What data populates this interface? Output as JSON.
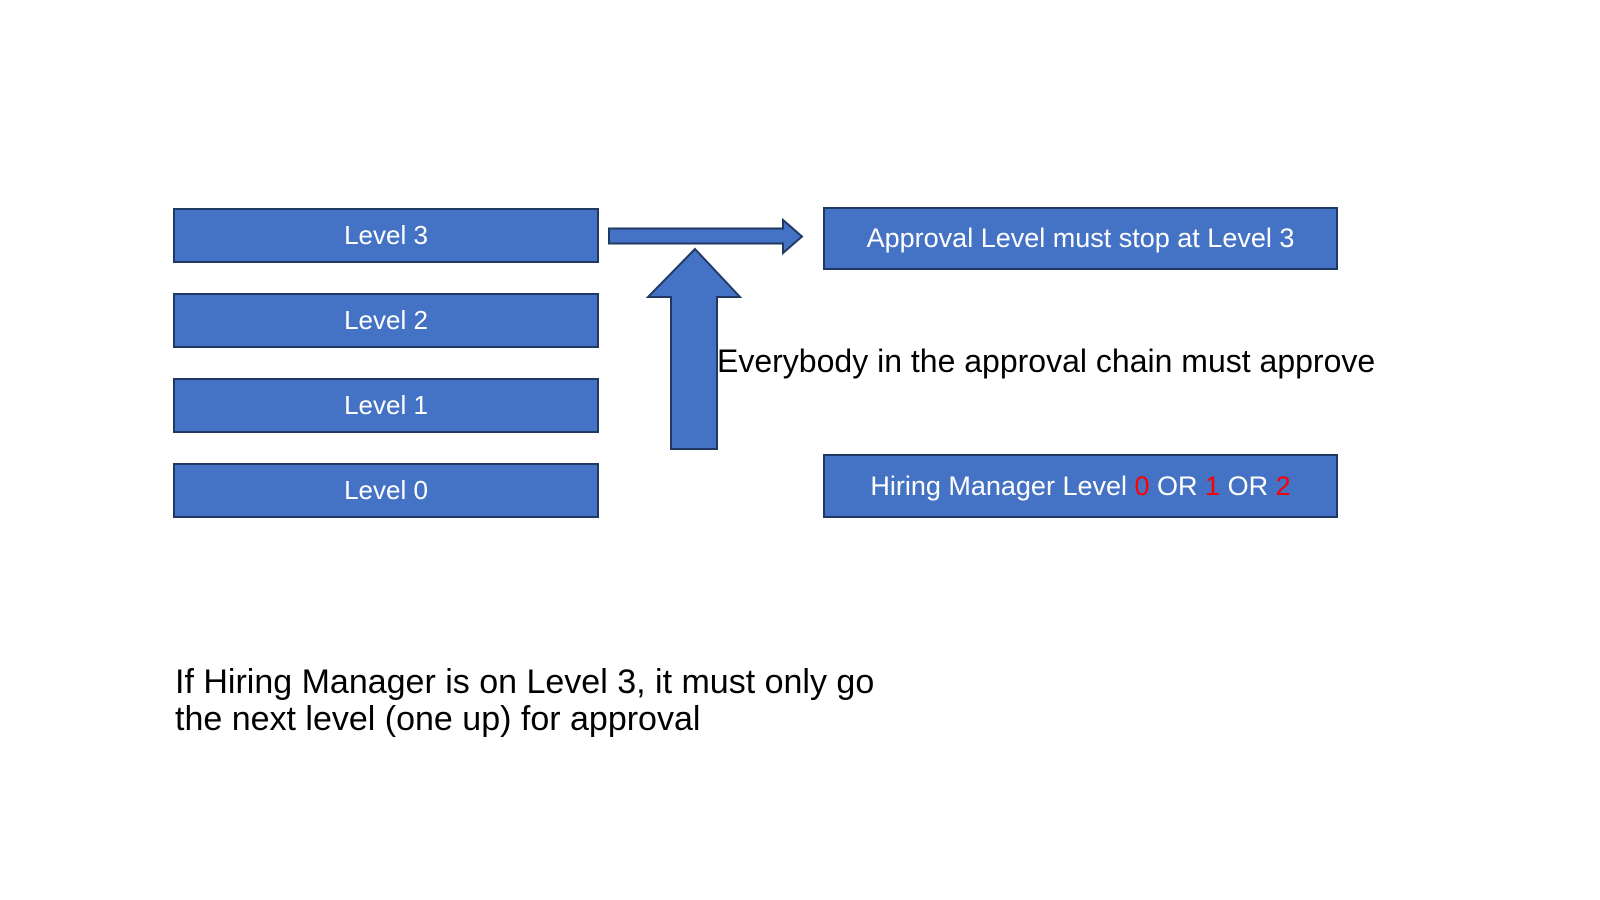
{
  "colors": {
    "background": "#FFFFFF",
    "shape_fill": "#4472C4",
    "shape_border": "#1F3864",
    "text_white": "#FFFFFF",
    "text_black": "#000000",
    "accent_red": "#FF0000"
  },
  "levels": [
    {
      "label": "Level 3"
    },
    {
      "label": "Level 2"
    },
    {
      "label": "Level 1"
    },
    {
      "label": "Level 0"
    }
  ],
  "approval_box": {
    "label": "Approval Level must stop at Level 3"
  },
  "hiring_box": {
    "parts": [
      "Hiring Manager Level ",
      "0",
      " OR ",
      "1",
      " OR ",
      "2"
    ]
  },
  "annotations": {
    "chain_note": "Everybody in the approval chain must approve",
    "footnote": "If Hiring Manager is on Level 3, it must only go\nthe next level (one up) for approval"
  },
  "icons": {
    "horizontal_arrow": "right-block-arrow",
    "vertical_arrow": "up-block-arrow"
  }
}
